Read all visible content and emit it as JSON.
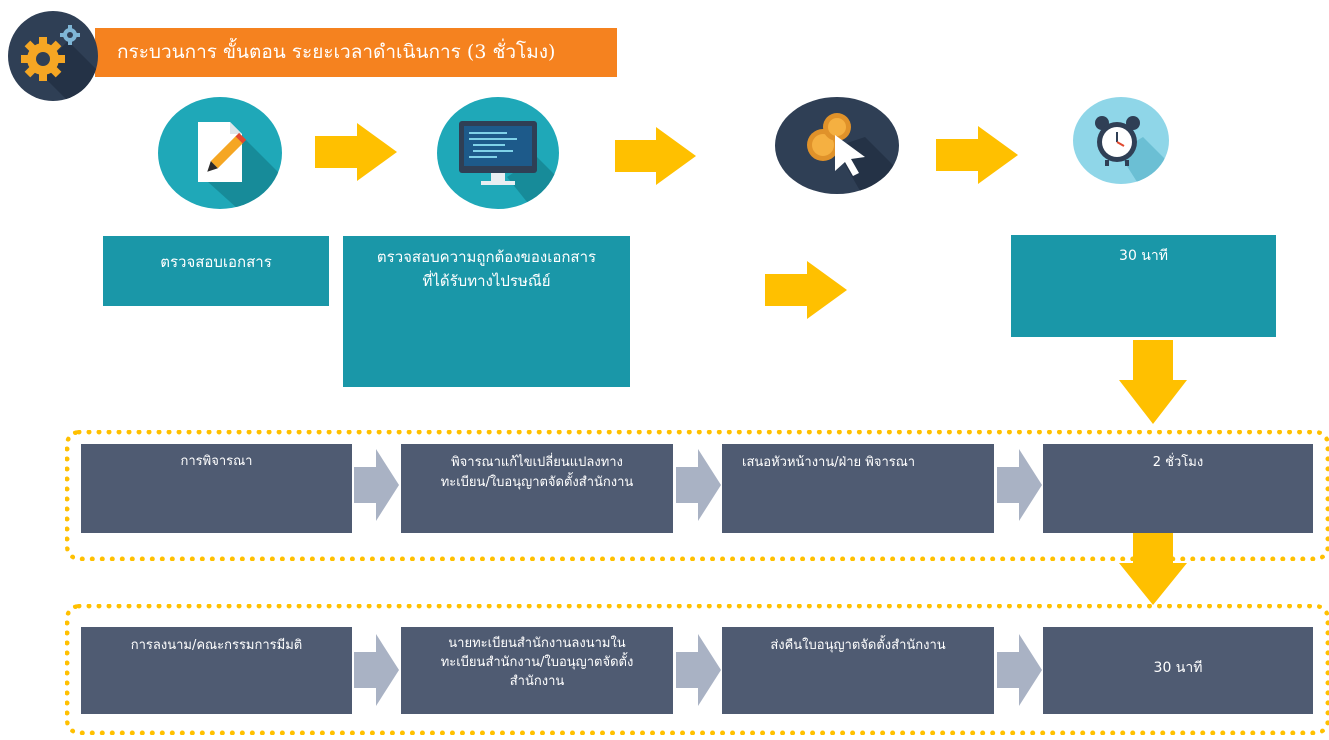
{
  "header": {
    "title": "กระบวนการ ขั้นตอน ระยะเวลาดำเนินการ (3 ชั่วโมง)",
    "icon": "gears-icon"
  },
  "colors": {
    "orange": "#f5821f",
    "teal": "#1a97a8",
    "slate": "#4f5b72",
    "yellow": "#ffc000",
    "gray_arrow": "#a9b2c4"
  },
  "step1": {
    "icon": "document-pen-icon",
    "label": "ตรวจสอบเอกสาร"
  },
  "step2": {
    "icon": "computer-monitor-icon",
    "line1": "ตรวจสอบความถูกต้องของเอกสาร",
    "line2": "ที่ได้รับทางไปรษณีย์"
  },
  "step3": {
    "icon": "coins-cursor-icon"
  },
  "step4": {
    "icon": "alarm-clock-icon",
    "label": "30 นาที"
  },
  "row1": [
    {
      "line1": "การพิจารณา",
      "line2": ""
    },
    {
      "line1": "พิจารณาแก้ไขเปลี่ยนแปลงทาง",
      "line2": "ทะเบียน/ใบอนุญาตจัดตั้งสำนักงาน"
    },
    {
      "line1": "เสนอหัวหน้างาน/ฝ่าย พิจารณา",
      "line2": ""
    },
    {
      "line1": "2 ชั่วโมง",
      "line2": ""
    }
  ],
  "row2": [
    {
      "line1": "การลงนาม/คณะกรรมการมีมติ",
      "line2": "",
      "line3": ""
    },
    {
      "line1": "นายทะเบียนสำนักงานลงนามใน",
      "line2": "ทะเบียนสำนักงาน/ใบอนุญาตจัดตั้ง",
      "line3": "สำนักงาน"
    },
    {
      "line1": "ส่งคืนใบอนุญาตจัดตั้งสำนักงาน",
      "line2": "",
      "line3": ""
    },
    {
      "line1": "30 นาที",
      "line2": "",
      "line3": ""
    }
  ]
}
